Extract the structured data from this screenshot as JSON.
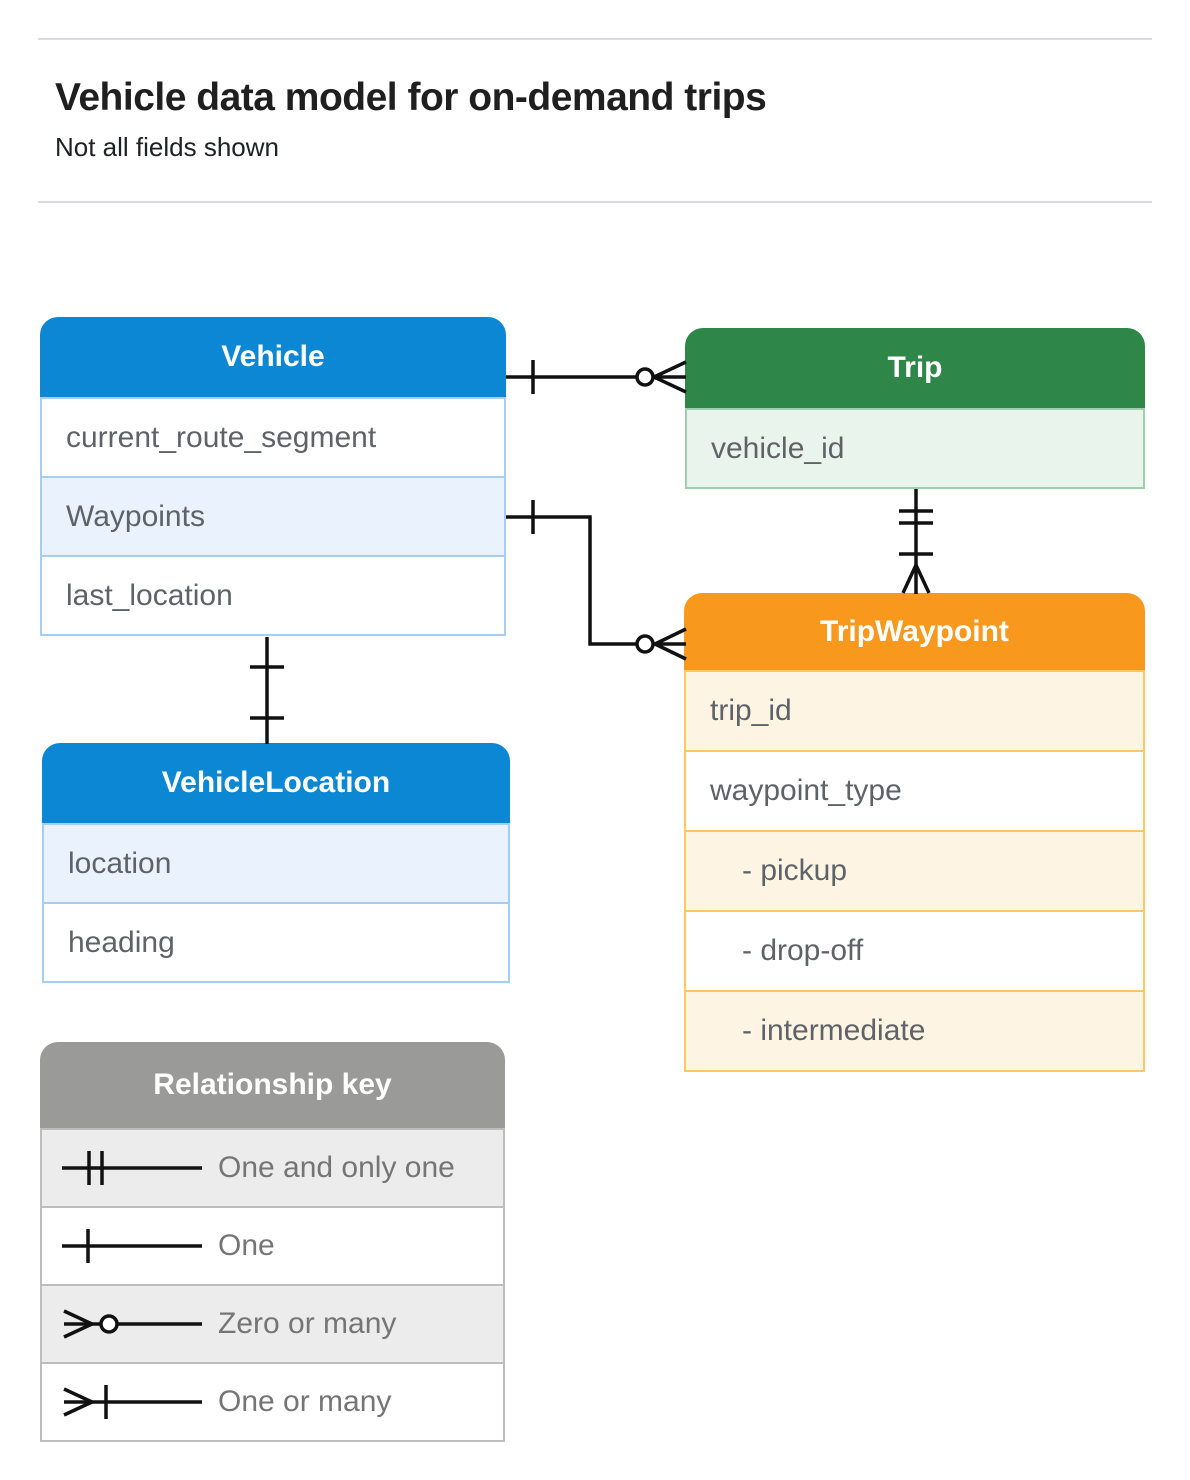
{
  "page": {
    "title": "Vehicle data model for on-demand trips",
    "subtitle": "Not all fields shown"
  },
  "colors": {
    "blue_accent": "#0b87d3",
    "blue_row": "#e9f2fd",
    "blue_border": "#a6cdf2",
    "green_accent": "#2e8748",
    "green_row": "#e9f4ec",
    "green_border": "#9fceac",
    "orange_accent": "#f8991d",
    "orange_row": "#fdf4e4",
    "orange_border": "#fbc95d",
    "gray_accent": "#9a9a99",
    "gray_row": "#ececec",
    "field_text": "#5f6368",
    "key_text": "#757575",
    "connector": "#111111"
  },
  "entities": {
    "vehicle": {
      "title": "Vehicle",
      "fields": [
        {
          "label": "current_route_segment"
        },
        {
          "label": "Waypoints"
        },
        {
          "label": "last_location"
        }
      ]
    },
    "trip": {
      "title": "Trip",
      "fields": [
        {
          "label": "vehicle_id"
        }
      ]
    },
    "trip_waypoint": {
      "title": "TripWaypoint",
      "fields": [
        {
          "label": "trip_id"
        },
        {
          "label": "waypoint_type"
        },
        {
          "label": "- pickup"
        },
        {
          "label": "- drop-off"
        },
        {
          "label": "- intermediate"
        }
      ]
    },
    "vehicle_location": {
      "title": "VehicleLocation",
      "fields": [
        {
          "label": "location"
        },
        {
          "label": "heading"
        }
      ]
    }
  },
  "relationships": [
    {
      "from": "Vehicle",
      "to": "Trip",
      "from_cardinality": "one",
      "to_cardinality": "zero-or-many"
    },
    {
      "from": "Vehicle.Waypoints",
      "to": "TripWaypoint",
      "from_cardinality": "one",
      "to_cardinality": "zero-or-many"
    },
    {
      "from": "Trip",
      "to": "TripWaypoint",
      "from_cardinality": "one-and-only-one",
      "to_cardinality": "one-or-many"
    },
    {
      "from": "Vehicle",
      "to": "VehicleLocation",
      "from_cardinality": "one",
      "to_cardinality": "one"
    }
  ],
  "key": {
    "title": "Relationship key",
    "items": [
      {
        "symbol": "one-and-only-one",
        "label": "One and only one"
      },
      {
        "symbol": "one",
        "label": "One"
      },
      {
        "symbol": "zero-or-many",
        "label": "Zero or many"
      },
      {
        "symbol": "one-or-many",
        "label": "One or many"
      }
    ]
  }
}
